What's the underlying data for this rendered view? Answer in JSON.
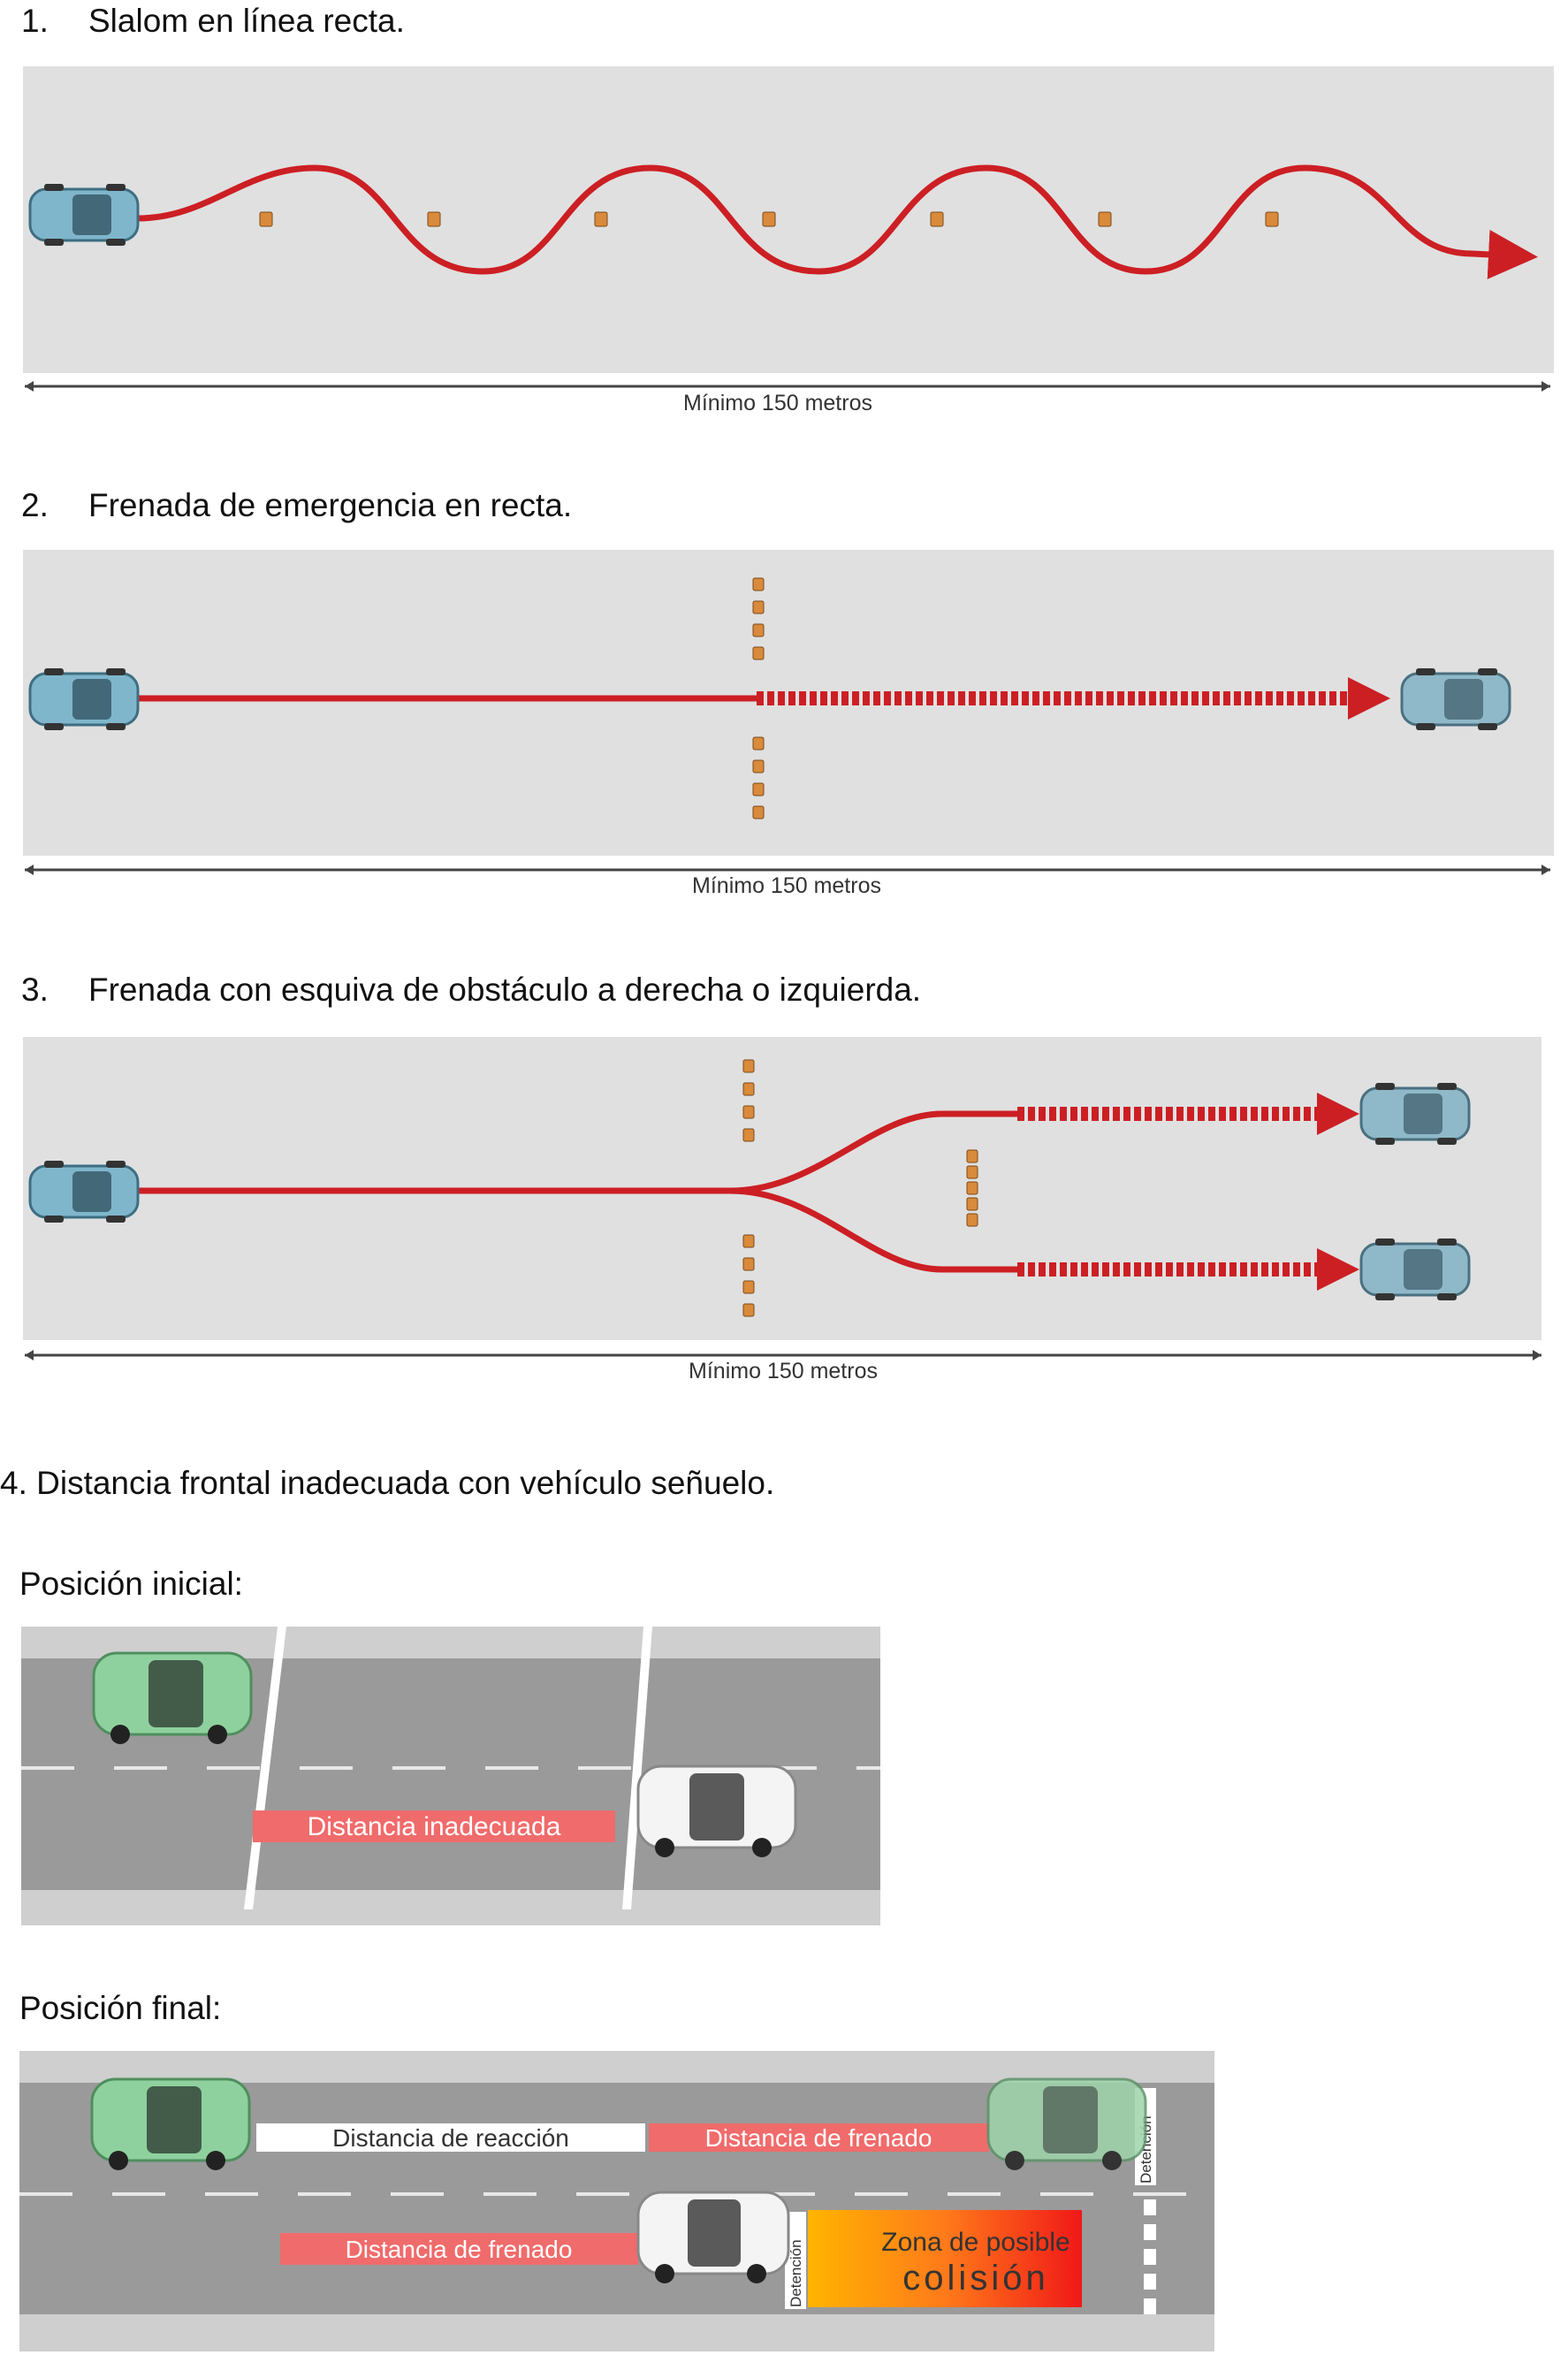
{
  "sections": [
    {
      "number": "1.",
      "title": "Slalom en línea recta.",
      "measure_label": "Mínimo 150 metros"
    },
    {
      "number": "2.",
      "title": "Frenada de emergencia en recta.",
      "measure_label": "Mínimo 150 metros"
    },
    {
      "number": "3.",
      "title": "Frenada con esquiva de obstáculo a derecha o izquierda.",
      "measure_label": "Mínimo 150 metros"
    }
  ],
  "section4": {
    "title": "4. Distancia frontal inadecuada con vehículo señuelo.",
    "initial": {
      "caption": "Posición inicial:",
      "gap_label": "Distancia inadecuada"
    },
    "final": {
      "caption": "Posición final:",
      "reaction_label": "Distancia de reacción",
      "braking_label_top": "Distancia de frenado",
      "braking_label_bottom": "Distancia de frenado",
      "zone_line1": "Zona de posible",
      "zone_line2": "colisión",
      "stop_label_top": "Detención",
      "stop_label_bottom": "Detención"
    }
  },
  "colors": {
    "track": "#e0e0e0",
    "path_red": "#cc1f24",
    "car_blue": "#7fb6cc",
    "car_green": "#8fd19e",
    "road": "#9a9a9a",
    "label_red": "#f06b6b"
  }
}
